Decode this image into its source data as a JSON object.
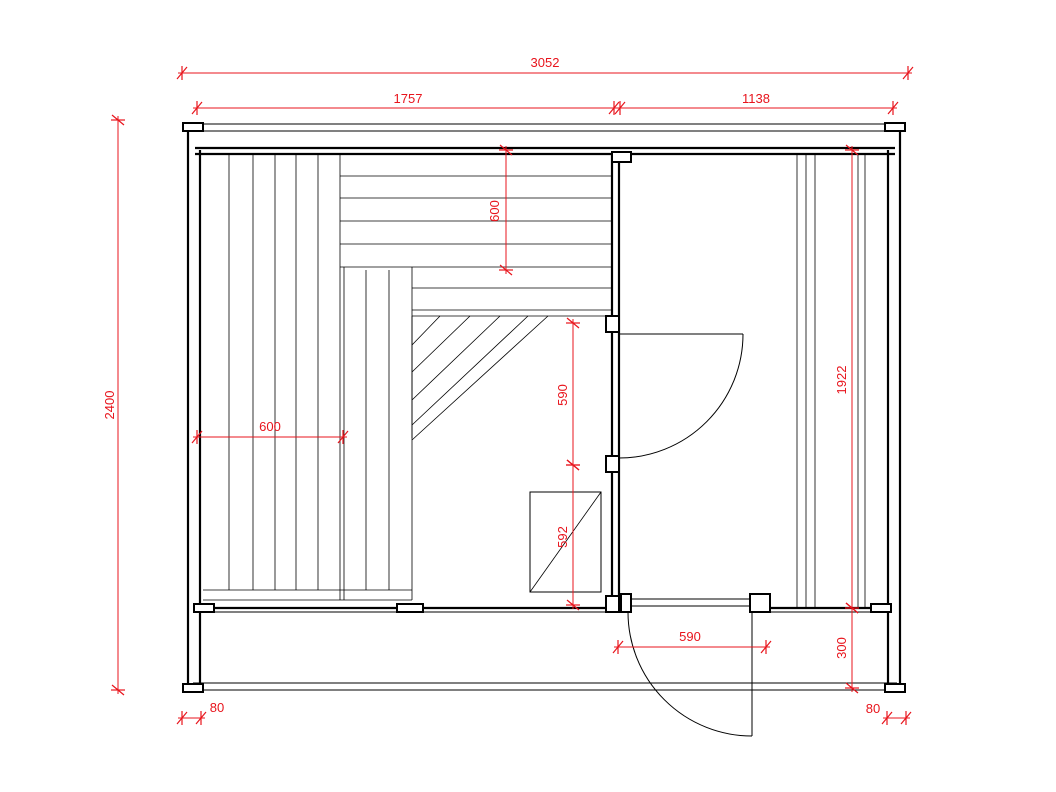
{
  "colors": {
    "line": "#000000",
    "dimension": "#e8141c",
    "background": "#ffffff"
  },
  "dimensions": {
    "overall_width": "3052",
    "left_width": "1757",
    "right_width": "1138",
    "overall_height": "2400",
    "upper_bench_depth": "600",
    "lower_bench_depth": "600",
    "inner_door_height": "590",
    "stove_size": "592",
    "right_bench_length": "1922",
    "entry_door_width": "590",
    "terrace_depth": "300",
    "wall_left": "80",
    "wall_right": "80"
  }
}
